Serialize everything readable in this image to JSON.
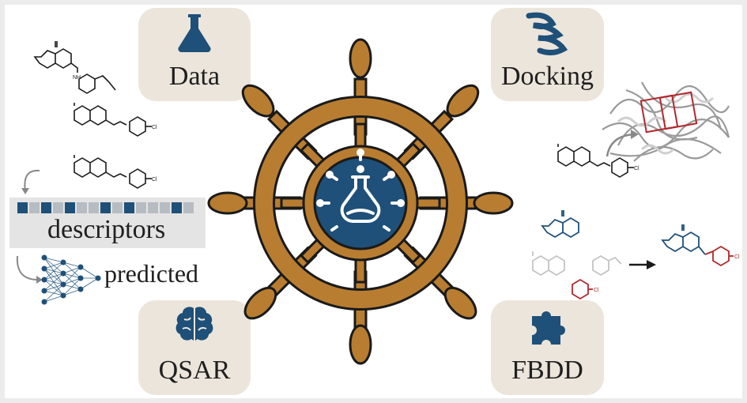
{
  "labels": {
    "data": "Data",
    "docking": "Docking",
    "qsar": "QSAR",
    "fbdd": "FBDD",
    "descriptors": "descriptors",
    "predicted": "predicted"
  },
  "icons": {
    "data": "flask-icon",
    "docking": "protein-helix-icon",
    "qsar": "brain-icon",
    "fbdd": "puzzle-piece-icon",
    "hub": "molecule-flask-icon"
  },
  "descriptor_bar": [
    "dark",
    "light",
    "dark",
    "light",
    "dark",
    "light",
    "light",
    "dark",
    "light",
    "dark",
    "light",
    "light",
    "light",
    "dark",
    "light"
  ],
  "colors": {
    "accent": "#1e5079",
    "wheel": "#b87d30",
    "card": "#ece5db",
    "fragment_red": "#b0282c"
  }
}
